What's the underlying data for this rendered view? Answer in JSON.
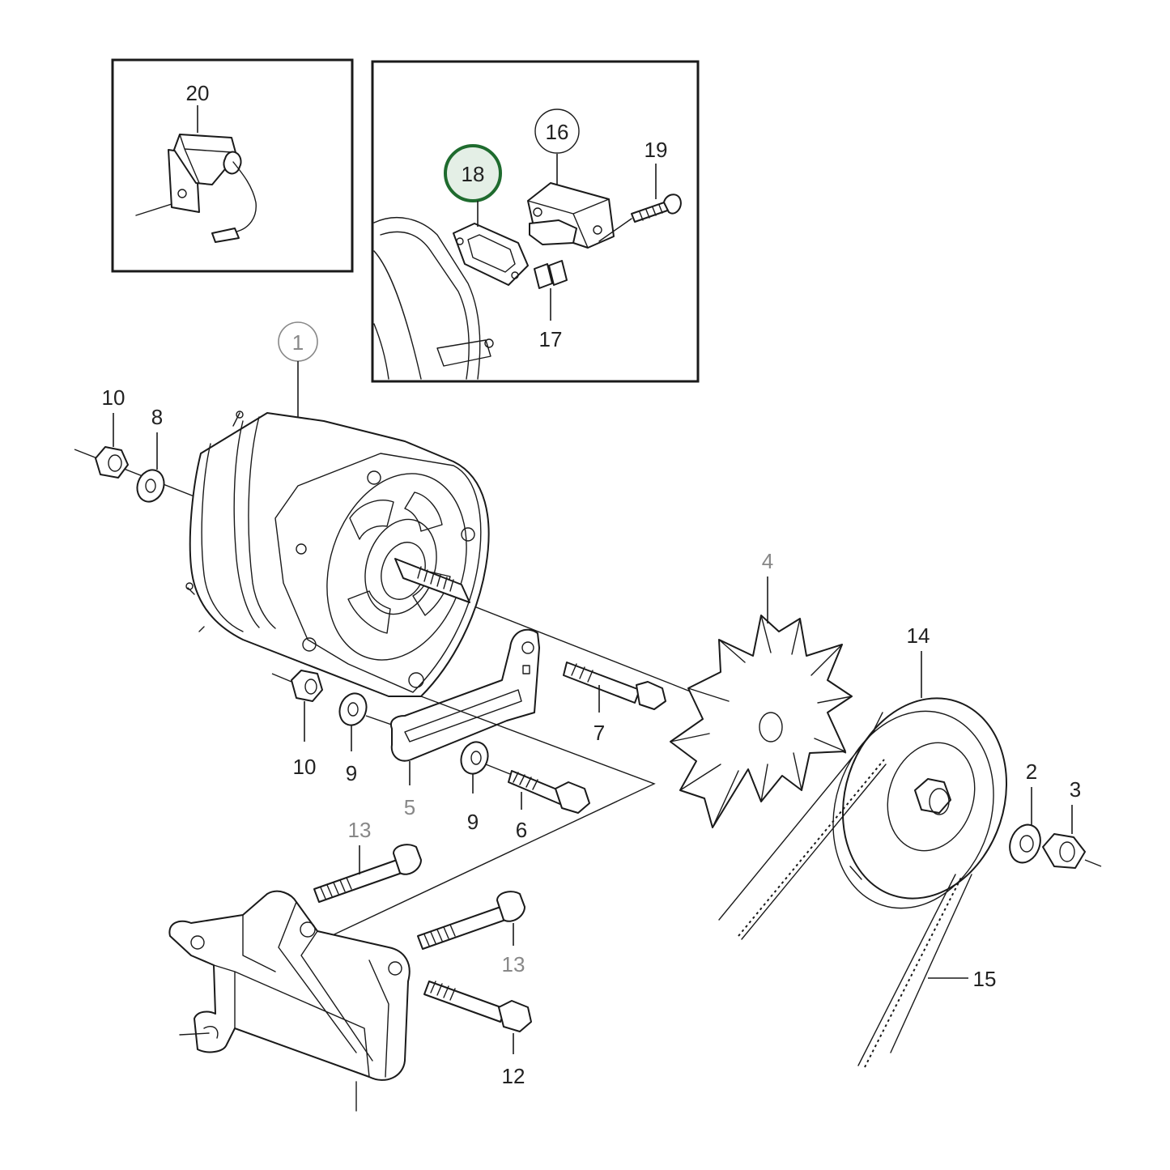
{
  "callouts": {
    "c1": "1",
    "c2": "2",
    "c3": "3",
    "c4": "4",
    "c5": "5",
    "c6": "6",
    "c7": "7",
    "c8": "8",
    "c9a": "9",
    "c9b": "9",
    "c10a": "10",
    "c10b": "10",
    "c12": "12",
    "c13a": "13",
    "c13b": "13",
    "c14": "14",
    "c15": "15",
    "c16": "16",
    "c17": "17",
    "c18": "18",
    "c19": "19",
    "c20": "20"
  },
  "colors": {
    "highlight": "#1e6b2e",
    "highlight_fill": "#e4efe6",
    "line": "#1a1a1a",
    "muted_label": "#888888"
  }
}
